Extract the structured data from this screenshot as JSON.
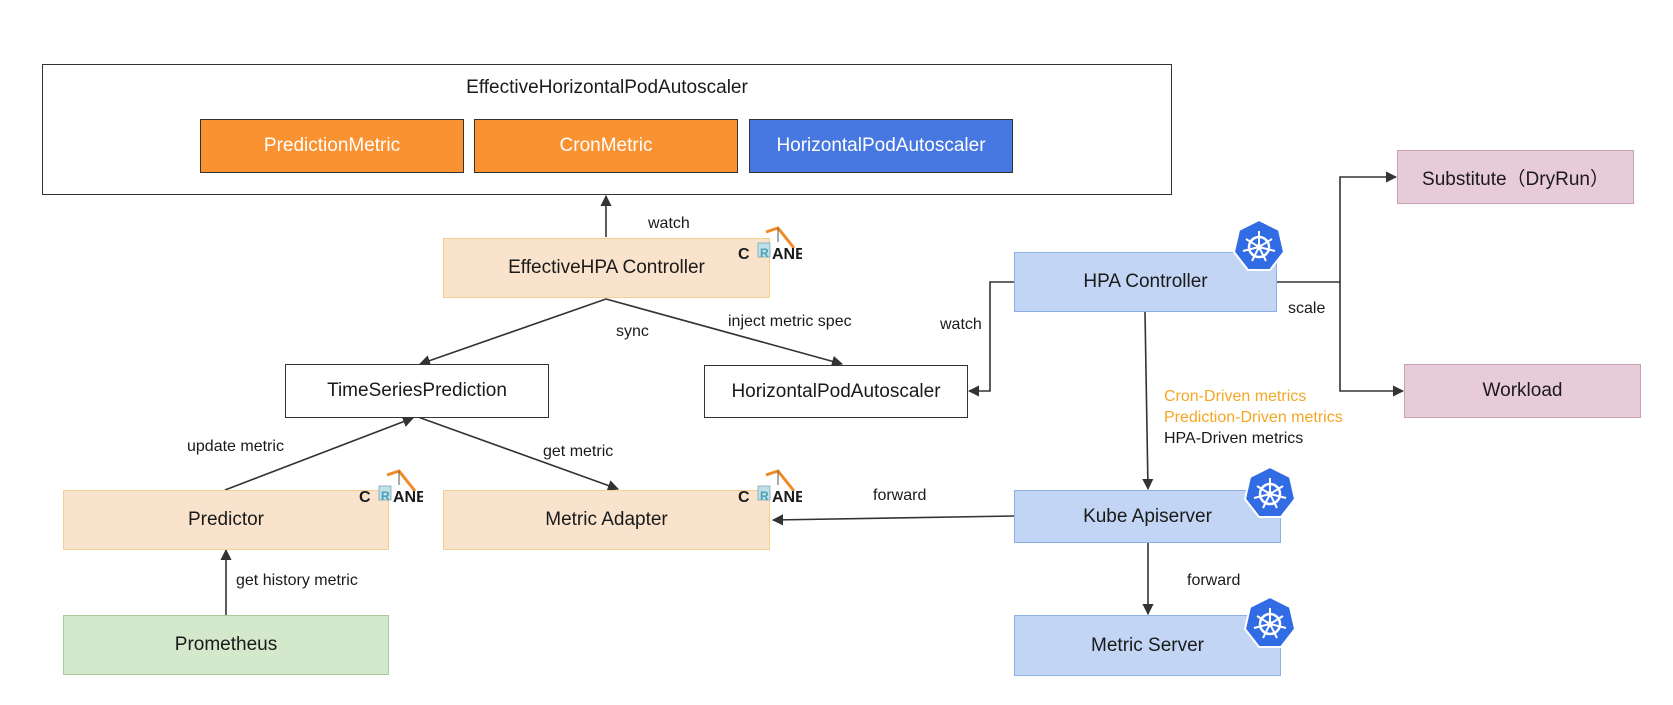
{
  "ehpa": {
    "title": "EffectiveHorizontalPodAutoscaler",
    "prediction_metric": "PredictionMetric",
    "cron_metric": "CronMetric",
    "hpa": "HorizontalPodAutoscaler"
  },
  "nodes": {
    "effective_hpa_controller": "EffectiveHPA Controller",
    "time_series_prediction": "TimeSeriesPrediction",
    "horizontal_pod_autoscaler": "HorizontalPodAutoscaler",
    "predictor": "Predictor",
    "metric_adapter": "Metric Adapter",
    "prometheus": "Prometheus",
    "hpa_controller": "HPA Controller",
    "kube_apiserver": "Kube Apiserver",
    "metric_server": "Metric Server",
    "substitute": "Substitute（DryRun）",
    "workload": "Workload"
  },
  "edges": {
    "watch_ehpa": "watch",
    "sync": "sync",
    "inject_metric_spec": "inject metric spec",
    "watch_hpa": "watch",
    "scale": "scale",
    "update_metric": "update metric",
    "get_metric": "get metric",
    "forward_adapter": "forward",
    "forward_metric_server": "forward",
    "get_history_metric": "get history metric"
  },
  "metrics_notes": {
    "cron": "Cron-Driven metrics",
    "prediction": "Prediction-Driven metrics",
    "hpa": "HPA-Driven metrics"
  },
  "crane_logo_text": "CRANE",
  "colors": {
    "orange_box": "#fa9231",
    "blue_box": "#4777e0",
    "crane_box_fill": "#f9e3cc",
    "k8s_box_fill": "#c3d5f5",
    "pink_box_fill": "#e8cbd8",
    "green_box_fill": "#d4e8cc",
    "metrics_note_orange": "#f5a623",
    "k8s_logo": "#326ce5"
  },
  "icons": [
    "crane-logo",
    "kubernetes-logo",
    "arrow-head"
  ]
}
